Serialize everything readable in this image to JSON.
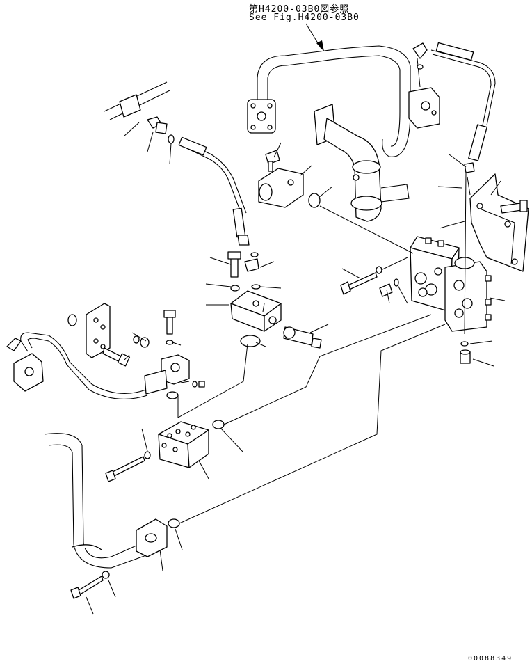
{
  "reference": {
    "japanese": "第H4200-03B0図参照",
    "english": "See Fig.H4200-03B0"
  },
  "drawing_number": "00088349"
}
